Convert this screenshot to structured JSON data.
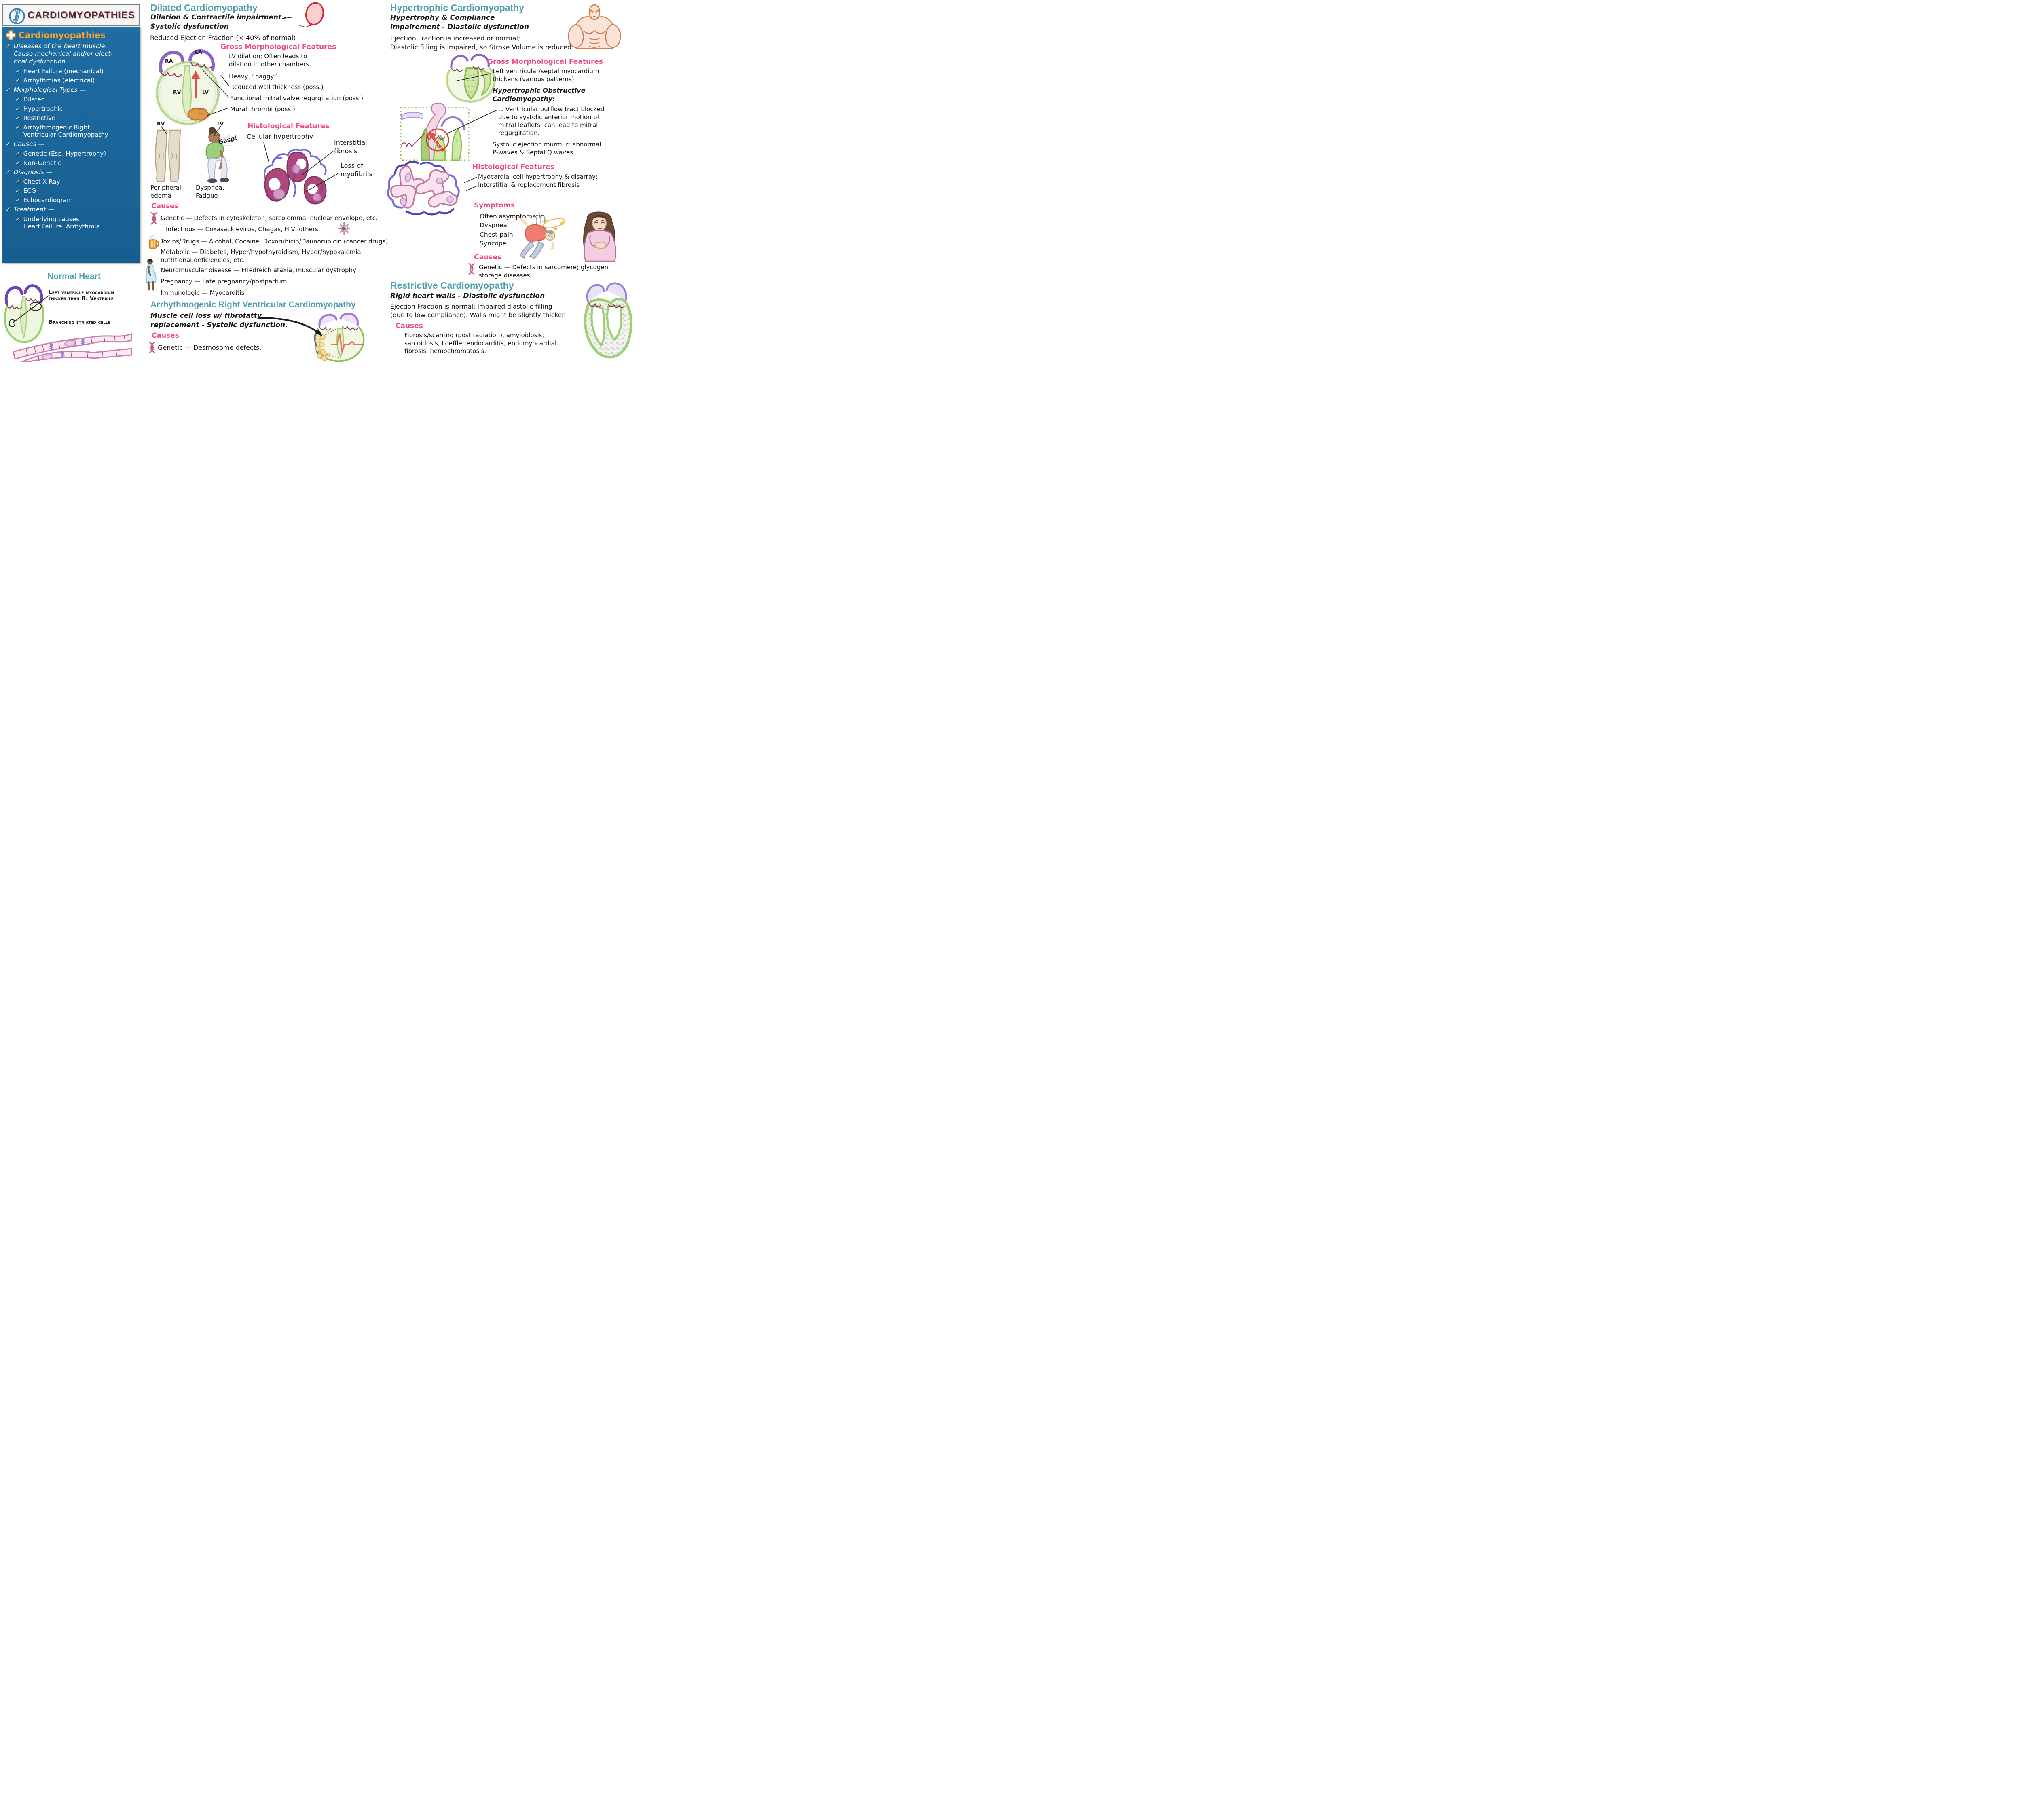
{
  "colors": {
    "teal": "#4fa0ae",
    "pink": "#ee4a8c",
    "panel_blue": "#1c699e",
    "orange": "#f6a233",
    "maroon": "#5a2433"
  },
  "icons": {
    "check": "✓"
  },
  "header": {
    "title": "CARDIOMYOPATHIES"
  },
  "sidebar": {
    "heading": "Cardiomyopathies",
    "items": [
      {
        "label": "Diseases of the heart muscle.\nCause mechanical and/or elect-\nrical dysfunction."
      },
      {
        "label": "Heart Failure (mechanical)"
      },
      {
        "label": "Arrhythmias (electrical)"
      },
      {
        "label": "Morphological Types —"
      },
      {
        "label": "Dilated"
      },
      {
        "label": "Hypertrophic"
      },
      {
        "label": "Restrictive"
      },
      {
        "label": "Arrhythmogenic Right\nVentricular Cardiomyopathy"
      },
      {
        "label": "Causes —"
      },
      {
        "label": "Genetic (Esp. Hypertrophy)"
      },
      {
        "label": "Non-Genetic"
      },
      {
        "label": "Diagnosis —"
      },
      {
        "label": "Chest X-Ray"
      },
      {
        "label": "ECG"
      },
      {
        "label": "Echocardiogram"
      },
      {
        "label": "Treatment —"
      },
      {
        "label": "Underlying causes,\nHeart Failure, Arrhythmia"
      }
    ]
  },
  "normal_heart": {
    "title": "Normal Heart",
    "label1": "Left ventricle myocardium\nthicker than R. Ventricle",
    "label2": "Branching striated cells"
  },
  "dilated": {
    "title": "Dilated Cardiomyopathy",
    "sub1": "Dilation & Contractile impairment -",
    "sub2_bold": "Systolic",
    "sub2_rest": " dysfunction",
    "ef": "Reduced Ejection Fraction (< 40% of normal)",
    "heart_labels": {
      "ra": "RA",
      "la": "LA",
      "rv": "RV",
      "lv": "LV",
      "rv2": "RV",
      "lv2": "LV"
    },
    "gross_heading": "Gross Morphological Features",
    "gross_items": [
      "LV dilation; Often leads to\ndilation in other chambers.",
      "Heavy, “baggy”",
      "Reduced wall thickness  (poss.)",
      "Functional mitral valve regurgitation  (poss.)",
      "Mural thrombi  (poss.)"
    ],
    "histo_heading": "Histological Features",
    "histo_item1": "Cellular hypertrophy",
    "histo_item2": "Interstitial\nfibrosis",
    "histo_item3": "Loss of\nmyofibrils",
    "figure_label1": "Peripheral\nedema",
    "figure_label2": "Dyspnea,\nFatigue",
    "gasp": "Gasp!",
    "causes_heading": "Causes",
    "causes": [
      "Genetic — Defects in cytoskeleton, sarcolemma, nuclear envelope, etc.",
      "Infectious — Coxasackievirus, Chagas, HIV, others.",
      "Toxins/Drugs — Alcohol, Cocaine, Doxorubicin/Daunorubicin (cancer drugs)",
      "Metabolic — Diabetes, Hyper/hypothyroidism, Hyper/hypokalemia,\nnutritional deficiencies, etc.",
      "Neuromuscular disease — Friedreich ataxia, muscular dystrophy",
      "Pregnancy — Late pregnancy/postpartum",
      "Immunologic — Myocarditis"
    ]
  },
  "arvc": {
    "title": "Arrhythmogenic Right Ventricular Cardiomyopathy",
    "line1": "Muscle cell loss w/ fibrofatty",
    "line2_pre": "replacement - ",
    "line2_bold": "Systolic",
    "line2_post": " dysfunction.",
    "causes_heading": "Causes",
    "cause": "Genetic — Desmosome defects."
  },
  "hypertrophic": {
    "title": "Hypertrophic Cardiomyopathy",
    "sub1": "Hypertrophy & Compliance",
    "sub2_pre": "impairement - ",
    "sub2_bold": "Diastolic",
    "sub2_post": " dysfunction",
    "ef1": "Ejection Fraction is increased or normal;",
    "ef2": "Diastolic filling is impaired, so Stroke Volume is reduced.",
    "gross_heading": "Gross Morphological Features",
    "gross": "Left ventricular/septal myocardium\nthickens (various patterns).",
    "hocm_title": "Hypertrophic Obstructive\nCardiomyopathy:",
    "hocm_item": "L. Ventricular outflow tract blocked\ndue to systolic anterior motion of\nmitral leaflets; can lead to mitral\nregurgitation.",
    "murmur": "Systolic ejection murmur; abnormal\nP-waves & Septal Q waves.",
    "histo_heading": "Histological Features",
    "histo": "Myocardial cell hypertrophy  & disarray;\nInterstitial & replacement fibrosis",
    "symptoms_heading": "Symptoms",
    "symptoms": "Often asymptomatic\nDyspnea\nChest pain\nSyncope",
    "causes_heading": "Causes",
    "cause": "Genetic — Defects in sarcomere; glycogen\nstorage diseases."
  },
  "restrictive": {
    "title": "Restrictive Cardiomyopathy",
    "sub_pre": "Rigid heart walls - ",
    "sub_bold": "Diastolic",
    "sub_post": " dysfunction",
    "line1": "Ejection Fraction is normal; Impaired diastolic filling",
    "line2": "(due to low compliance). Walls might be slightly thicker.",
    "causes_heading": "Causes",
    "causes": "Fibrosis/scarring (post radiation), amyloidosis,\nsarcoidosis, Loeffler endocarditis, endomyocardial\nfibrosis, hemochromatosis."
  }
}
